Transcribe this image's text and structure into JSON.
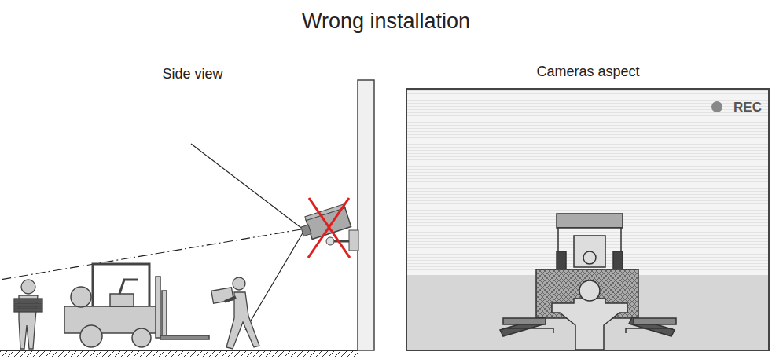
{
  "diagram": {
    "title": "Wrong installation",
    "nodes": [
      {
        "text": [
          "Cameras aspect",
          "REC"
        ]
      }
    ],
    "labels": [
      "Side view"
    ]
  }
}
